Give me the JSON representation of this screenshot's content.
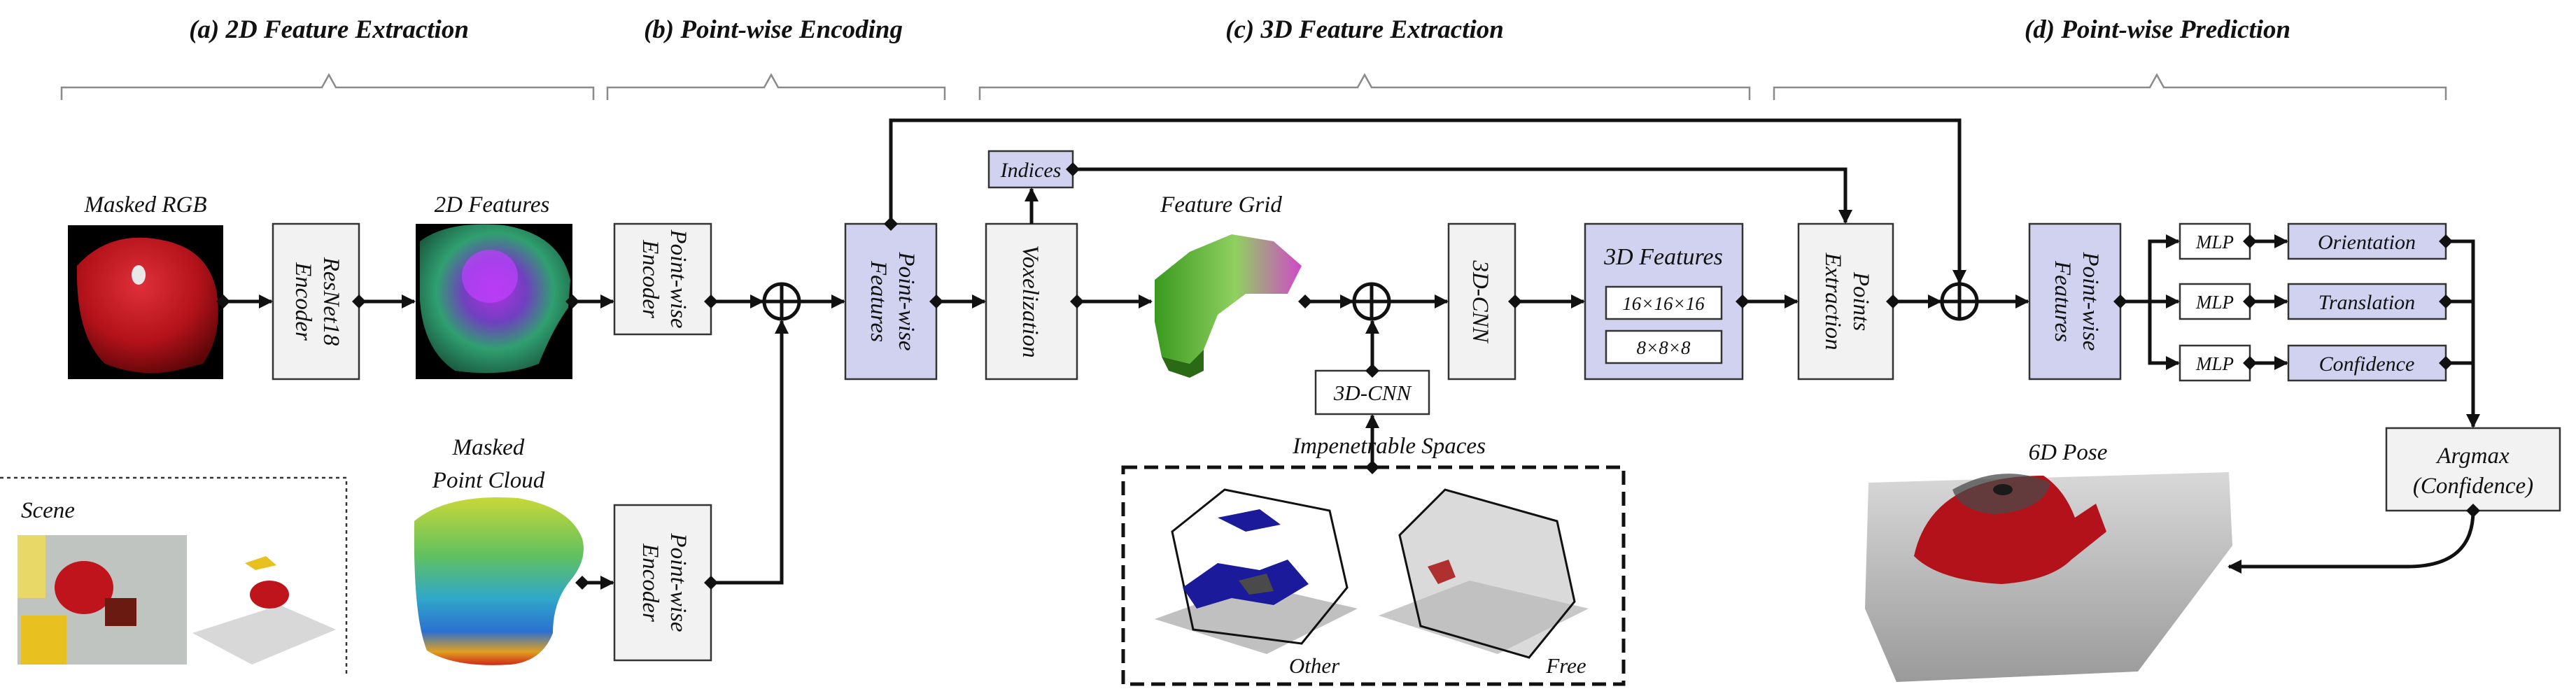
{
  "sections": {
    "a": "(a) 2D Feature Extraction",
    "b": "(b) Point-wise Encoding",
    "c": "(c) 3D Feature Extraction",
    "d": "(d) Point-wise Prediction"
  },
  "inputs": {
    "masked_rgb": "Masked RGB",
    "features_2d": "2D Features",
    "masked_point_cloud_1": "Masked",
    "masked_point_cloud_2": "Point Cloud",
    "scene": "Scene"
  },
  "blocks": {
    "resnet_1": "ResNet18",
    "resnet_2": "Encoder",
    "pw_encoder_top_1": "Point-wise",
    "pw_encoder_top_2": "Encoder",
    "pw_encoder_bottom_1": "Point-wise",
    "pw_encoder_bottom_2": "Encoder",
    "pw_features_1": "Point-wise",
    "pw_features_2": "Features",
    "voxelization": "Voxelization",
    "indices": "Indices",
    "feature_grid": "Feature Grid",
    "cnn3d_top": "3D-CNN",
    "cnn3d_small": "3D-CNN",
    "features_3d": "3D Features",
    "res_16": "16×16×16",
    "res_8": "8×8×8",
    "points_extraction_1": "Points",
    "points_extraction_2": "Extraction",
    "pw_features2_1": "Point-wise",
    "pw_features2_2": "Features",
    "impenetrable": "Impenetrable Spaces",
    "other": "Other",
    "free": "Free"
  },
  "heads": {
    "mlp_1": "MLP",
    "mlp_2": "MLP",
    "mlp_3": "MLP",
    "orientation": "Orientation",
    "translation": "Translation",
    "confidence": "Confidence",
    "argmax_1": "Argmax",
    "argmax_2": "(Confidence)",
    "pose": "6D Pose"
  },
  "colors": {
    "block_gray": "#f2f2f2",
    "block_purple": "#d1d2ef",
    "mug_red": "#b3121a"
  }
}
